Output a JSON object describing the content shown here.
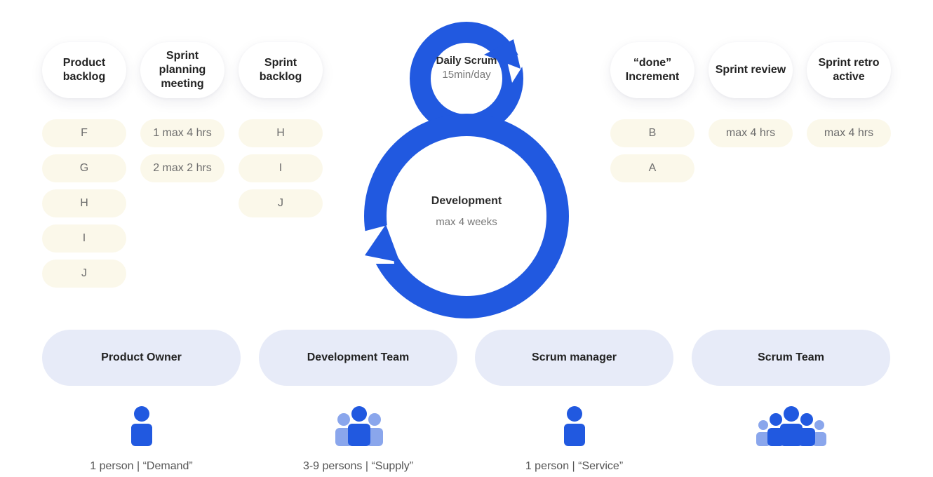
{
  "columns": [
    {
      "header": "Product backlog",
      "items": [
        "F",
        "G",
        "H",
        "I",
        "J"
      ]
    },
    {
      "header": "Sprint planning meeting",
      "items": [
        "1 max 4 hrs",
        "2 max 2 hrs"
      ]
    },
    {
      "header": "Sprint backlog",
      "items": [
        "H",
        "I",
        "J"
      ]
    },
    {
      "header": "“done” Increment",
      "items": [
        "B",
        "A"
      ]
    },
    {
      "header": "Sprint review",
      "items": [
        "max 4 hrs"
      ]
    },
    {
      "header": "Sprint retro active",
      "items": [
        "max 4 hrs"
      ]
    }
  ],
  "loop": {
    "daily_title": "Daily Scrum",
    "daily_sub": "15min/day",
    "dev_title": "Development",
    "dev_sub": "max 4 weeks",
    "color": "#2159e0"
  },
  "roles": [
    {
      "name": "Product Owner",
      "caption": "1 person  |  “Demand”",
      "icon": "single-person-icon"
    },
    {
      "name": "Development Team",
      "caption": "3-9 persons  |  “Supply”",
      "icon": "small-team-icon"
    },
    {
      "name": "Scrum manager",
      "caption": "1 person  |  “Service”",
      "icon": "single-person-icon"
    },
    {
      "name": "Scrum Team",
      "caption": "",
      "icon": "large-team-icon"
    }
  ],
  "colors": {
    "primary": "#2159e0",
    "secondary": "#8aa6ec",
    "item_bg": "#fbf8ea",
    "role_bg": "#e7ebf8"
  }
}
